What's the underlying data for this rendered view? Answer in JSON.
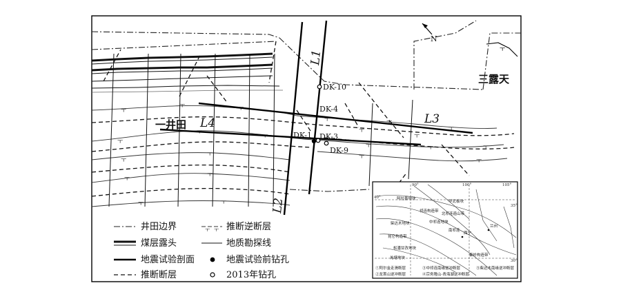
{
  "map": {
    "areas": {
      "west": "一井田",
      "east": "三露天"
    },
    "north_label": "N",
    "survey_lines": [
      "L1",
      "L2",
      "L3",
      "L4"
    ],
    "boreholes": {
      "pre_test": [
        "DK-1",
        "DK-3"
      ],
      "year_2013": [
        "DK-10",
        "DK-4",
        "DK-9"
      ]
    }
  },
  "legend": {
    "items": [
      {
        "key": "boundary",
        "label": "井田边界"
      },
      {
        "key": "coal",
        "label": "煤层露头"
      },
      {
        "key": "seismic",
        "label": "地震试验剖面"
      },
      {
        "key": "fault",
        "label": "推断断层"
      },
      {
        "key": "thrust",
        "label": "推断逆断层"
      },
      {
        "key": "survey",
        "label": "地质勘探线"
      },
      {
        "key": "prebore",
        "label": "地震试验前钻孔"
      },
      {
        "key": "bore2013",
        "label": "2013年钻孔"
      }
    ]
  },
  "inset": {
    "lon_labels": [
      "90°",
      "100°",
      "105°"
    ],
    "lat_labels": [
      "40°",
      "35°",
      "30°"
    ],
    "region_labels": [
      "阿拉善地块",
      "华北板块",
      "祁连构造带",
      "柴达木地块",
      "北祁连造山带",
      "中祁连地块",
      "南祁连",
      "昆仑构造带",
      "松潘甘孜地块",
      "羌塘地块",
      "秦岭构造带",
      "西宁",
      "兰州"
    ],
    "notes": [
      "①阿尔金走滑断层",
      "②龙首山逆冲断层",
      "③中祁连南缘逆冲断层",
      "④宗务隆山-青海湖逆冲断层",
      "⑤柴达木南缘逆冲断层"
    ]
  }
}
